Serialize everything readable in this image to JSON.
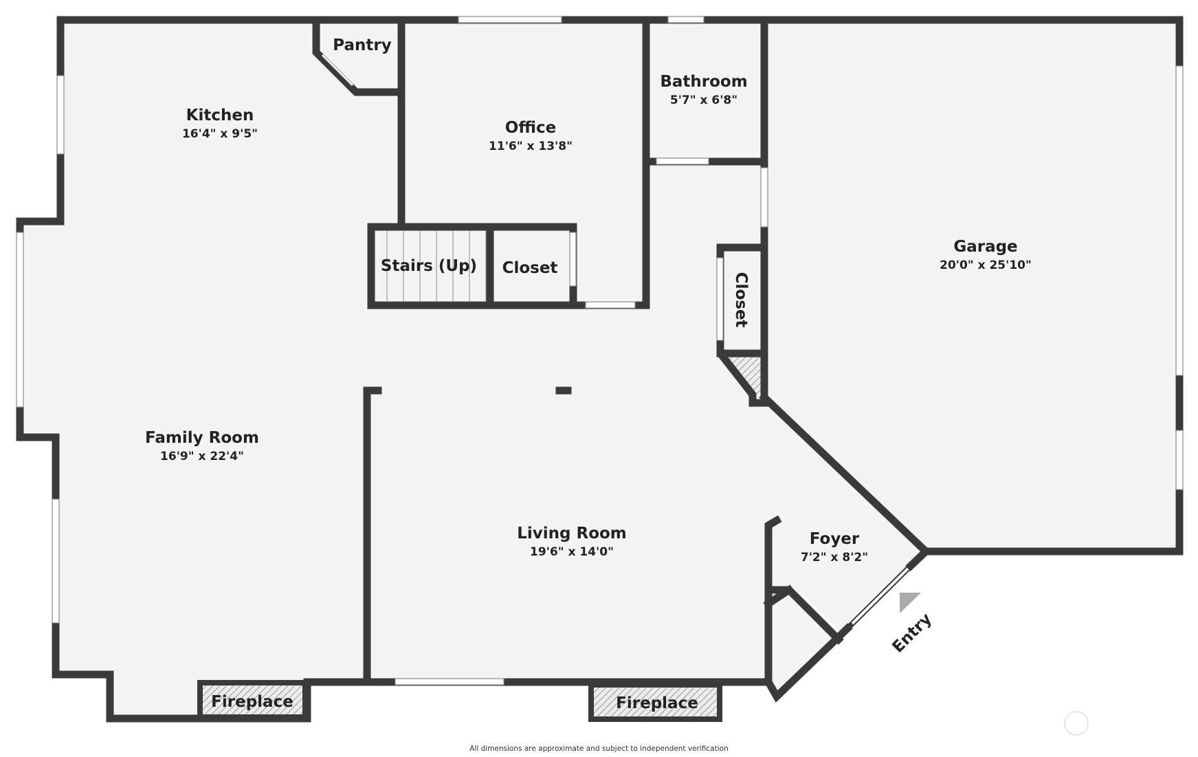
{
  "rooms": {
    "kitchen": {
      "name": "Kitchen",
      "dims": "16'4\" x 9'5\""
    },
    "pantry": {
      "name": "Pantry"
    },
    "office": {
      "name": "Office",
      "dims": "11'6\" x 13'8\""
    },
    "bathroom": {
      "name": "Bathroom",
      "dims": "5'7\" x 6'8\""
    },
    "garage": {
      "name": "Garage",
      "dims": "20'0\" x 25'10\""
    },
    "stairs": {
      "name": "Stairs (Up)"
    },
    "closet_hall": {
      "name": "Closet"
    },
    "closet_side": {
      "name": "Closet"
    },
    "family_room": {
      "name": "Family Room",
      "dims": "16'9\" x 22'4\""
    },
    "living_room": {
      "name": "Living Room",
      "dims": "19'6\" x 14'0\""
    },
    "foyer": {
      "name": "Foyer",
      "dims": "7'2\" x 8'2\""
    },
    "fireplace_1": {
      "name": "Fireplace"
    },
    "fireplace_2": {
      "name": "Fireplace"
    }
  },
  "entry_label": "Entry",
  "footnote": "All dimensions are approximate and subject to independent verification",
  "colors": {
    "wall": "#3a3a3a",
    "floor": "#f4f4f4",
    "text": "#222222",
    "entry_arrow": "#aaaaaa"
  }
}
